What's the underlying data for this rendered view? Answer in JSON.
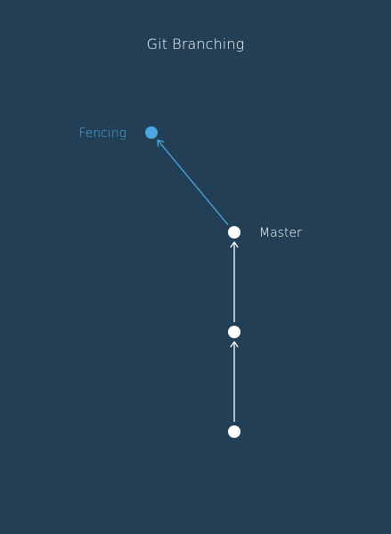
{
  "title": "Git Branching",
  "colors": {
    "background": "#223f56",
    "master": "#ffffff",
    "branch": "#4aa8de",
    "title": "#ffffff"
  },
  "graph": {
    "commits": [
      {
        "id": "c1",
        "branch": "master"
      },
      {
        "id": "c2",
        "branch": "master",
        "parent": "c1"
      },
      {
        "id": "c3",
        "branch": "master",
        "parent": "c2"
      },
      {
        "id": "c4",
        "branch": "fencing",
        "parent": "c3"
      }
    ],
    "branches": [
      {
        "id": "master",
        "label": "Master",
        "head": "c3"
      },
      {
        "id": "fencing",
        "label": "Fencing",
        "head": "c4"
      }
    ]
  }
}
